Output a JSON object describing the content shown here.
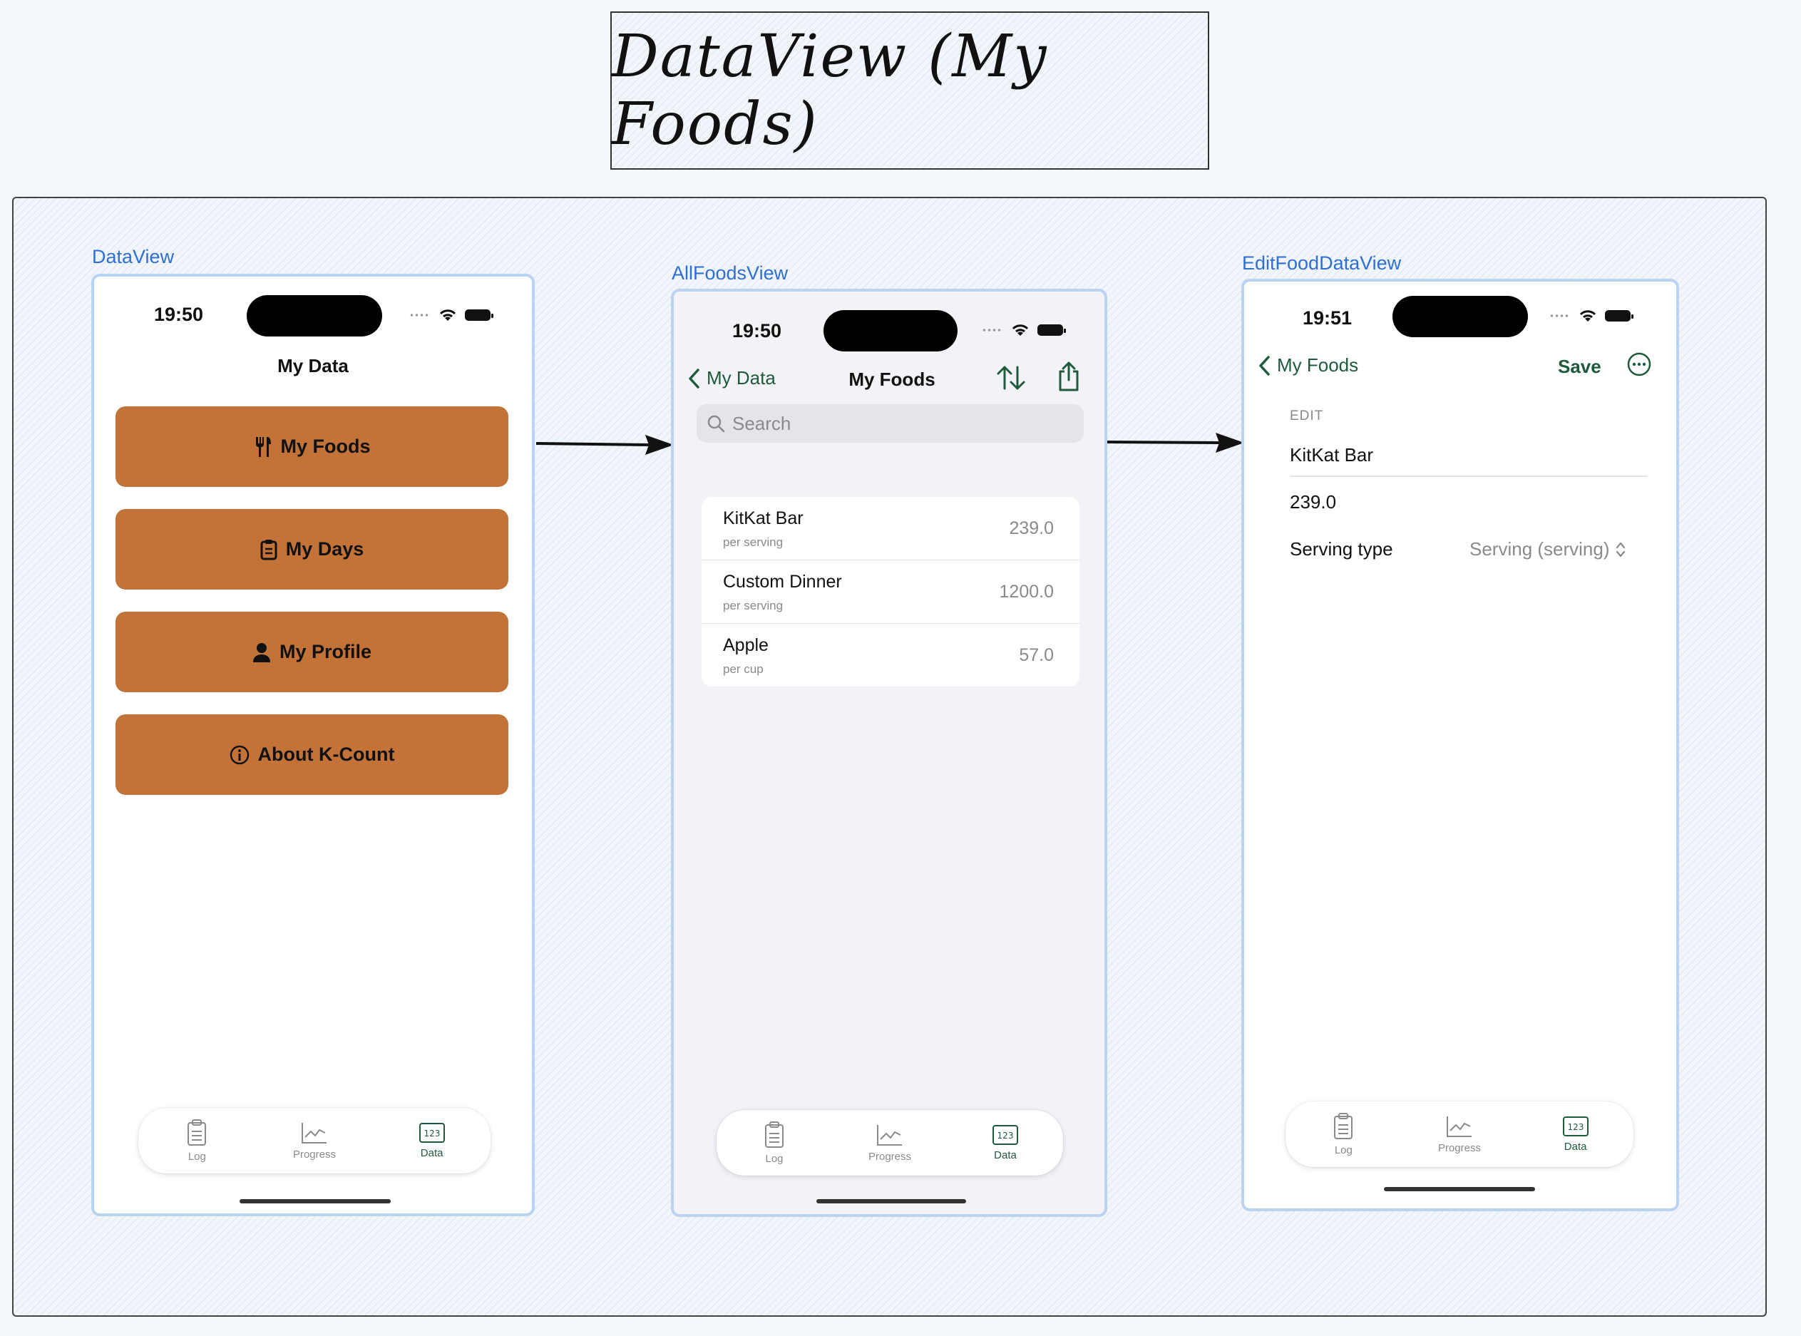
{
  "diagram_title": "DataView (My Foods)",
  "frames": {
    "data_view": {
      "label": "DataView",
      "time": "19:50",
      "nav_title": "My Data",
      "buttons": [
        "My Foods",
        "My Days",
        "My Profile",
        "About K-Count"
      ],
      "button_icons": [
        "fork-knife-icon",
        "clipboard-icon",
        "person-icon",
        "info-icon"
      ],
      "button_color": "#c47338"
    },
    "all_foods_view": {
      "label": "AllFoodsView",
      "time": "19:50",
      "back_label": "My Data",
      "nav_title": "My Foods",
      "search_placeholder": "Search",
      "foods": [
        {
          "name": "KitKat Bar",
          "unit": "per serving",
          "value": "239.0"
        },
        {
          "name": "Custom Dinner",
          "unit": "per serving",
          "value": "1200.0"
        },
        {
          "name": "Apple",
          "unit": "per cup",
          "value": "57.0"
        }
      ]
    },
    "edit_food_view": {
      "label": "EditFoodDataView",
      "time": "19:51",
      "back_label": "My Foods",
      "save_label": "Save",
      "section_header": "EDIT",
      "name_value": "KitKat Bar",
      "calories_value": "239.0",
      "serving_type_label": "Serving type",
      "serving_type_value": "Serving (serving)"
    }
  },
  "tabbar": {
    "tabs": [
      "Log",
      "Progress",
      "Data"
    ],
    "active": "Data",
    "accent_color": "#1e5a3c"
  }
}
